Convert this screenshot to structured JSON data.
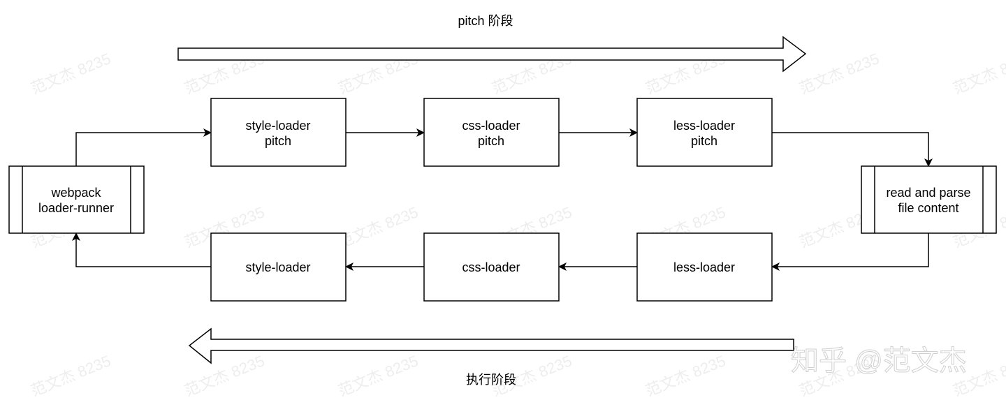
{
  "phases": {
    "pitch_label": "pitch 阶段",
    "execute_label": "执行阶段"
  },
  "nodes": {
    "runner": {
      "line1": "webpack",
      "line2": "loader-runner"
    },
    "read_parse": {
      "line1": "read and parse",
      "line2": "file content"
    },
    "style_pitch": {
      "line1": "style-loader",
      "line2": "pitch"
    },
    "css_pitch": {
      "line1": "css-loader",
      "line2": "pitch"
    },
    "less_pitch": {
      "line1": "less-loader",
      "line2": "pitch"
    },
    "style_normal": {
      "label": "style-loader"
    },
    "css_normal": {
      "label": "css-loader"
    },
    "less_normal": {
      "label": "less-loader"
    }
  },
  "watermark": {
    "text": "范文杰 8235"
  },
  "brand": {
    "text": "知乎 @范文杰"
  }
}
